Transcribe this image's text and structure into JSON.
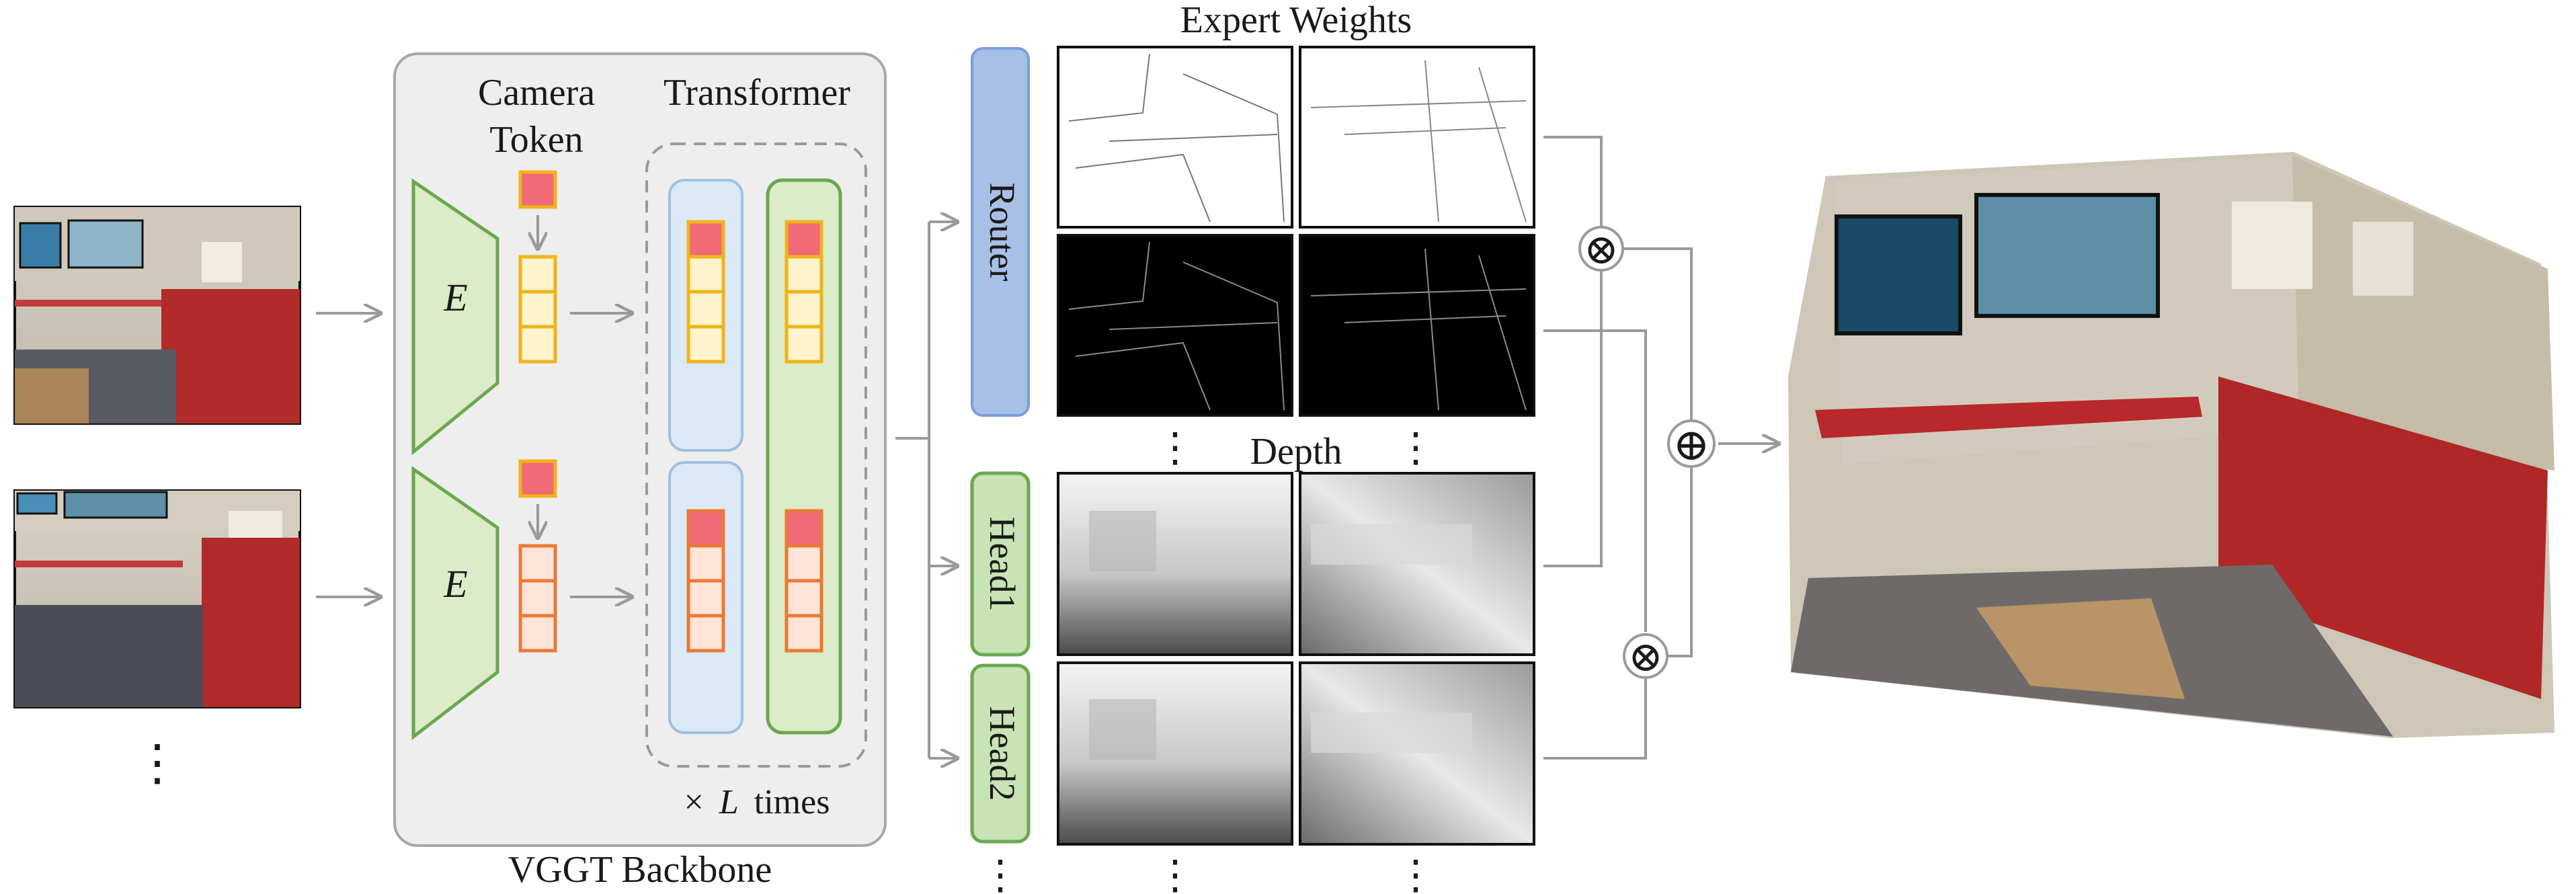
{
  "inputs": {
    "ellipsis": "⋮"
  },
  "backbone": {
    "caption": "VGGT Backbone",
    "camera_token_line1": "Camera",
    "camera_token_line2": "Token",
    "transformer_label": "Transformer",
    "encoder_label": "E",
    "times_prefix": "×",
    "times_var": "L",
    "times_suffix": "times"
  },
  "heads": {
    "router": "Router",
    "head1": "Head1",
    "head2": "Head2",
    "ellipsis": "⋮"
  },
  "maps": {
    "expert_weights": "Expert Weights",
    "depth": "Depth",
    "ellipsis": "⋮"
  },
  "ops": {
    "multiply": "⊗",
    "add": "⊕"
  },
  "colors": {
    "token_red": "#f06a78",
    "token_yellow_border": "#f0b418",
    "token_yellow_fill": "#fdf3cc",
    "token_orange_border": "#ea7a35",
    "token_orange_fill": "#fde4d6",
    "encoder_green": "#6aa84f",
    "encoder_fill": "#dcebc8",
    "blue_block": "#dbe8f5",
    "router_blue": "#a9c0e6",
    "head_green": "#c8e3b5",
    "backbone_gray": "#eeeeee",
    "arrow_gray": "#9a9a9a"
  }
}
